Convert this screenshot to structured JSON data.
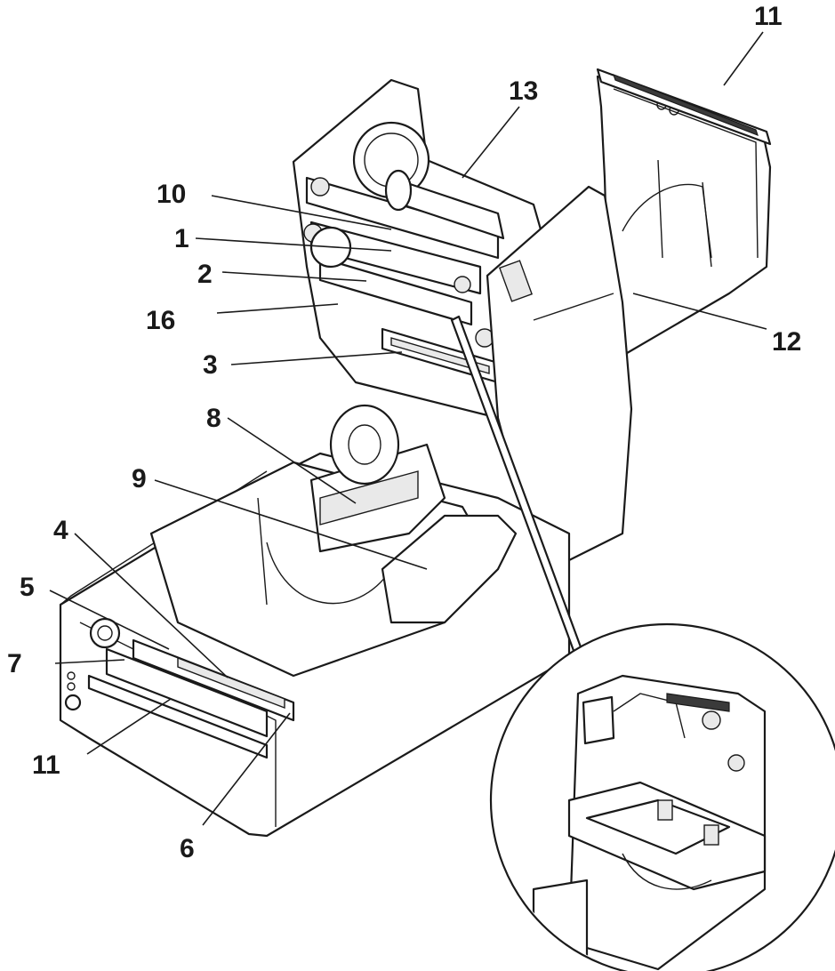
{
  "labels": {
    "l1": "1",
    "l2": "2",
    "l3": "3",
    "l4": "4",
    "l5": "5",
    "l6": "6",
    "l7": "7",
    "l8": "8",
    "l9": "9",
    "l10": "10",
    "l11_top": "11",
    "l11_bottom": "11",
    "l12": "12",
    "l13": "13",
    "l16": "16"
  },
  "colors": {
    "line": "#1a1a1a",
    "background": "#ffffff",
    "shade": "#e9e9e9"
  }
}
